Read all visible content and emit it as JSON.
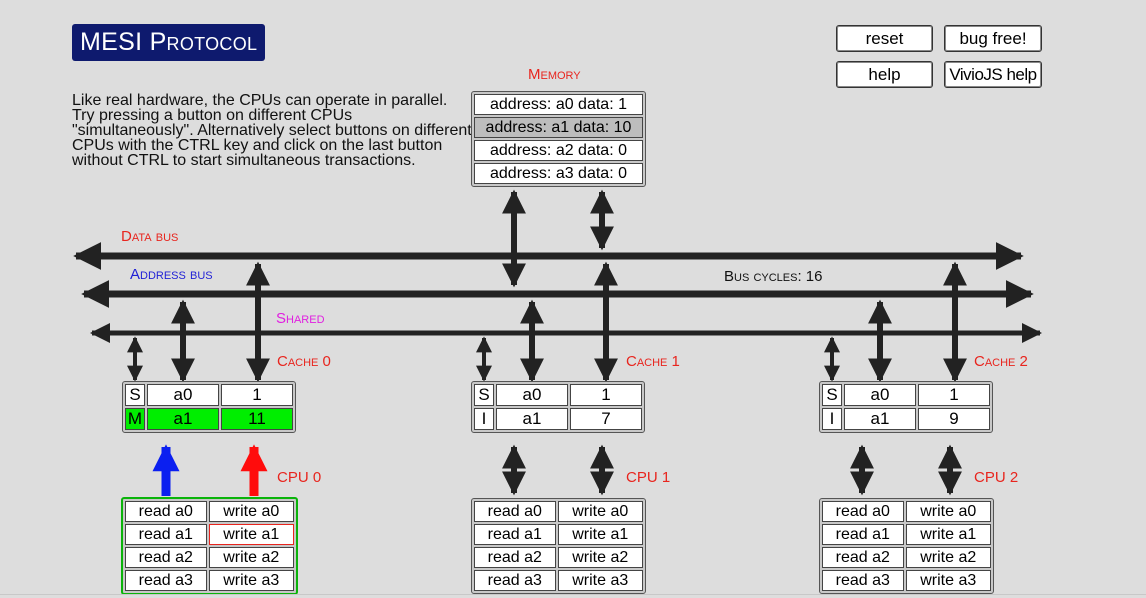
{
  "title": "MESI Protocol",
  "description": "Like real hardware, the CPUs can operate in parallel. Try pressing a button on different CPUs \"simultaneously\". Alternatively select buttons on different CPUs with the CTRL key and click on the last button without CTRL to start simultaneous transactions.",
  "controls": {
    "reset": "reset",
    "bug_free": "bug free!",
    "help": "help",
    "viviojs_help": "VivioJS help"
  },
  "memory": {
    "label": "Memory",
    "entries": [
      {
        "text": "address: a0 data: 1",
        "highlight": false
      },
      {
        "text": "address: a1 data: 10",
        "highlight": true
      },
      {
        "text": "address: a2 data: 0",
        "highlight": false
      },
      {
        "text": "address: a3 data: 0",
        "highlight": false
      }
    ]
  },
  "buses": {
    "data": "Data bus",
    "address": "Address bus",
    "shared": "Shared",
    "cycles": "Bus cycles: 16"
  },
  "caches": [
    {
      "label": "Cache 0",
      "lines": [
        {
          "state": "S",
          "addr": "a0",
          "data": "1",
          "highlight": false
        },
        {
          "state": "M",
          "addr": "a1",
          "data": "11",
          "highlight": true
        }
      ]
    },
    {
      "label": "Cache 1",
      "lines": [
        {
          "state": "S",
          "addr": "a0",
          "data": "1",
          "highlight": false
        },
        {
          "state": "I",
          "addr": "a1",
          "data": "7",
          "highlight": false
        }
      ]
    },
    {
      "label": "Cache 2",
      "lines": [
        {
          "state": "S",
          "addr": "a0",
          "data": "1",
          "highlight": false
        },
        {
          "state": "I",
          "addr": "a1",
          "data": "9",
          "highlight": false
        }
      ]
    }
  ],
  "cpus": [
    {
      "label": "CPU 0",
      "active": true,
      "ops": [
        {
          "read": "read a0",
          "write": "write a0",
          "active_write": false
        },
        {
          "read": "read a1",
          "write": "write a1",
          "active_write": true
        },
        {
          "read": "read a2",
          "write": "write a2",
          "active_write": false
        },
        {
          "read": "read a3",
          "write": "write a3",
          "active_write": false
        }
      ]
    },
    {
      "label": "CPU 1",
      "active": false,
      "ops": [
        {
          "read": "read a0",
          "write": "write a0",
          "active_write": false
        },
        {
          "read": "read a1",
          "write": "write a1",
          "active_write": false
        },
        {
          "read": "read a2",
          "write": "write a2",
          "active_write": false
        },
        {
          "read": "read a3",
          "write": "write a3",
          "active_write": false
        }
      ]
    },
    {
      "label": "CPU 2",
      "active": false,
      "ops": [
        {
          "read": "read a0",
          "write": "write a0",
          "active_write": false
        },
        {
          "read": "read a1",
          "write": "write a1",
          "active_write": false
        },
        {
          "read": "read a2",
          "write": "write a2",
          "active_write": false
        },
        {
          "read": "read a3",
          "write": "write a3",
          "active_write": false
        }
      ]
    }
  ],
  "colors": {
    "label_red": "#e8251e",
    "label_blue": "#1f1fd6",
    "label_magenta": "#e020e0",
    "bus": "#222222",
    "address_arrow": "#0b1ff0",
    "data_arrow": "#ff0c0c",
    "modified_green": "#00ee00",
    "active_border": "#0ab40a",
    "title_bg": "#0e1a6e"
  }
}
